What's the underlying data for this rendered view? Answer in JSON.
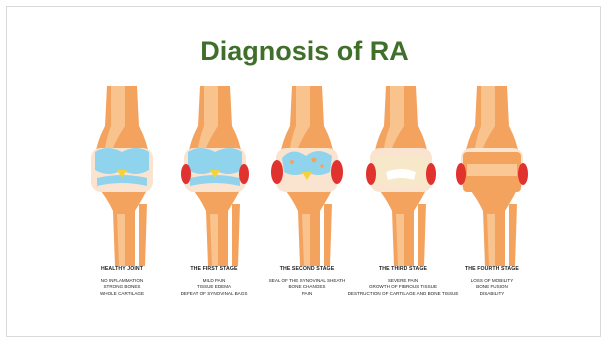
{
  "title": "Diagnosis of RA",
  "colors": {
    "title": "#3f6f2a",
    "bone": "#f4a35f",
    "bone_light": "#fbd0a3",
    "cartilage": "#8fd3ec",
    "inflammation": "#e0322f",
    "fibrous": "#f6e8c8"
  },
  "stages": [
    {
      "name": "HEALTHY JOINT",
      "illustration": "healthy-joint",
      "details": [
        "NO INFLAMMATION",
        "STRONG BONES",
        "WHOLE CARTILAGE"
      ]
    },
    {
      "name": "THE FIRST STAGE",
      "illustration": "first-stage-joint",
      "details": [
        "MILD PAIN",
        "TISSUE EDEMA",
        "DEFEAT OF SYNOVINAL BAGS"
      ]
    },
    {
      "name": "THE SECOND STAGE",
      "illustration": "second-stage-joint",
      "details": [
        "SEAL OF THE SYNOVINAL SHEATH",
        "BONE CHANGES",
        "PAIN"
      ]
    },
    {
      "name": "THE THIRD STAGE",
      "illustration": "third-stage-joint",
      "details": [
        "SEVERE PAIN",
        "GROWTH OF FIBROUS TISSUE",
        "DESTRUCTION OF CARTILAGE AND BONE TISSUE"
      ]
    },
    {
      "name": "THE FOURTH STAGE",
      "illustration": "fourth-stage-joint",
      "details": [
        "LOSS OF MOBILITY",
        "BONE FUSION",
        "DISABILITY"
      ]
    }
  ]
}
